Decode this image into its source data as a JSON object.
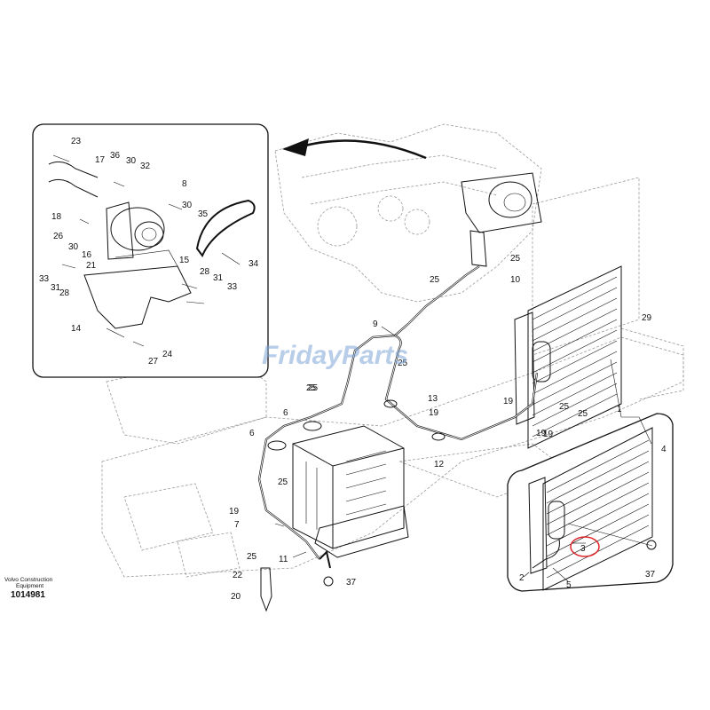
{
  "watermark": "FridayParts",
  "footer": {
    "brand_line1": "Volvo Construction",
    "brand_line2": "Equipment",
    "drawing_number": "1014981"
  },
  "labels": [
    "23",
    "17",
    "36",
    "30",
    "32",
    "8",
    "18",
    "30",
    "35",
    "26",
    "30",
    "16",
    "34",
    "21",
    "15",
    "33",
    "31",
    "28",
    "28",
    "31",
    "33",
    "14",
    "27",
    "24",
    "25",
    "10",
    "29",
    "9",
    "25",
    "25",
    "13",
    "25",
    "19",
    "19",
    "19",
    "6",
    "6",
    "12",
    "25",
    "19",
    "7",
    "25",
    "22",
    "20",
    "11",
    "37",
    "1",
    "4",
    "3",
    "2",
    "5",
    "37",
    "25",
    "25",
    "25",
    "19"
  ],
  "highlight": {
    "label": "3",
    "color": "#e0262b"
  },
  "colors": {
    "ink": "#111111",
    "ghost": "#9a9a9a",
    "watermark": "#7fa6d6",
    "highlight": "#e0262b"
  }
}
